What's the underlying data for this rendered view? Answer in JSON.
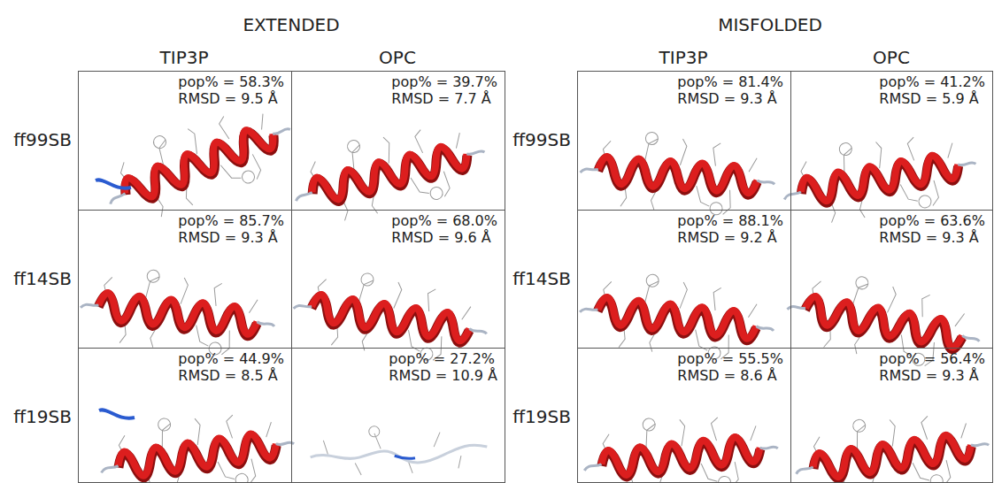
{
  "diagram": {
    "nodes": [
      {
        "text": [
          "pop% = 58.3%",
          "RMSD = 9.5 Å"
        ]
      },
      {
        "text": [
          "pop% = 39.7%",
          "RMSD = 7.7 Å"
        ]
      },
      {
        "text": [
          "pop% = 85.7%",
          "RMSD = 9.3 Å"
        ]
      },
      {
        "text": [
          "pop% = 68.0%",
          "RMSD = 9.6 Å"
        ]
      },
      {
        "text": [
          "pop% = 44.9%",
          "RMSD = 8.5 Å"
        ]
      },
      {
        "text": [
          "pop% = 27.2%",
          "RMSD = 10.9 Å"
        ]
      },
      {
        "text": [
          "pop% = 81.4%",
          "RMSD = 9.3 Å"
        ]
      },
      {
        "text": [
          "pop% = 41.2%",
          "RMSD = 5.9 Å"
        ]
      },
      {
        "text": [
          "pop% = 88.1%",
          "RMSD = 9.2 Å"
        ]
      },
      {
        "text": [
          "pop% = 63.6%",
          "RMSD = 9.3 Å"
        ]
      },
      {
        "text": [
          "pop% = 55.5%",
          "RMSD = 8.6 Å"
        ]
      },
      {
        "text": [
          "pop% = 56.4%",
          "RMSD = 9.3 Å"
        ]
      }
    ],
    "labels": [
      "EXTENDED",
      "MISFOLDED",
      "TIP3P",
      "OPC",
      "TIP3P",
      "OPC",
      "ff99SB",
      "ff14SB",
      "ff19SB",
      "ff99SB",
      "ff14SB",
      "ff19SB"
    ]
  }
}
